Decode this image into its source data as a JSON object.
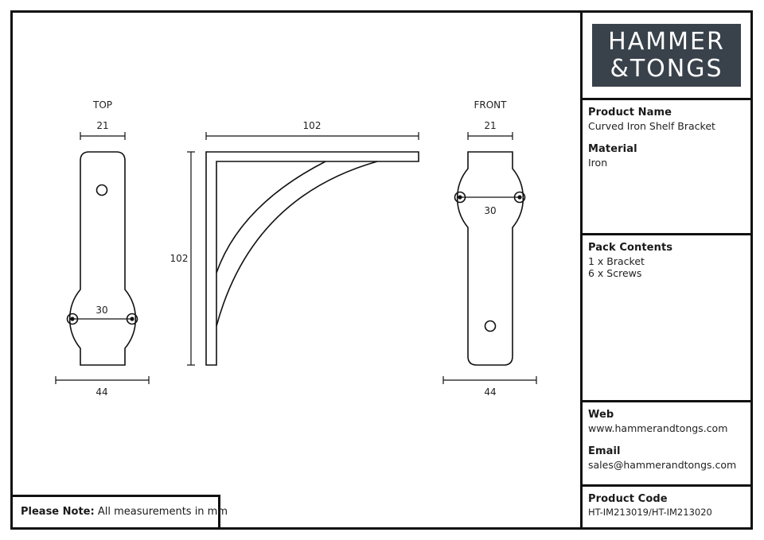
{
  "logo": {
    "line1": "HAMMER",
    "line2": "&TONGS"
  },
  "views": {
    "top": "TOP",
    "front": "FRONT"
  },
  "dimensions": {
    "top_width": "21",
    "top_hole_spacing": "30",
    "top_overall": "44",
    "side_width": "102",
    "side_height": "102",
    "front_width": "21",
    "front_hole_spacing": "30",
    "front_overall": "44"
  },
  "info": {
    "product_name_label": "Product Name",
    "product_name": "Curved Iron Shelf Bracket",
    "material_label": "Material",
    "material": "Iron",
    "pack_label": "Pack Contents",
    "pack_line1": "1 x Bracket",
    "pack_line2": "6 x Screws",
    "web_label": "Web",
    "web": "www.hammerandtongs.com",
    "email_label": "Email",
    "email": "sales@hammerandtongs.com",
    "code_label": "Product Code",
    "code": "HT-IM213019/HT-IM213020"
  },
  "note": {
    "label": "Please Note:",
    "text": "All measurements in mm"
  },
  "colors": {
    "line": "#111111",
    "logo_bg": "#39424b"
  }
}
